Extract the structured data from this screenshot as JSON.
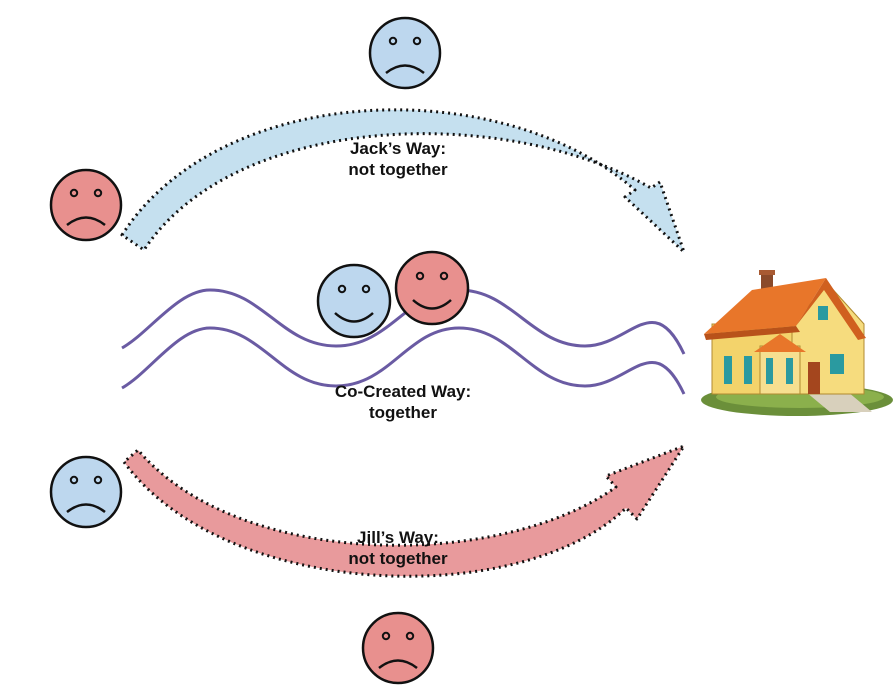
{
  "colors": {
    "jack_blue": "#c5e0ef",
    "jill_pink": "#e89a9c",
    "face_blue": "#bdd7ee",
    "face_pink": "#e8908e",
    "wave": "#6a5ba3",
    "outline": "#111111"
  },
  "paths": {
    "jack": {
      "title": "Jack’s Way:",
      "subtitle": "not together"
    },
    "cocreated": {
      "title": "Co-Created Way:",
      "subtitle": "together"
    },
    "jill": {
      "title": "Jill’s Way:",
      "subtitle": "not together"
    }
  },
  "faces": [
    {
      "id": "jack-top",
      "color": "blue",
      "mood": "sad"
    },
    {
      "id": "jill-left",
      "color": "pink",
      "mood": "sad"
    },
    {
      "id": "jack-middle",
      "color": "blue",
      "mood": "happy"
    },
    {
      "id": "jill-middle",
      "color": "pink",
      "mood": "happy"
    },
    {
      "id": "jack-left",
      "color": "blue",
      "mood": "sad"
    },
    {
      "id": "jill-bottom",
      "color": "pink",
      "mood": "sad"
    }
  ],
  "destination": {
    "icon": "house-icon"
  }
}
